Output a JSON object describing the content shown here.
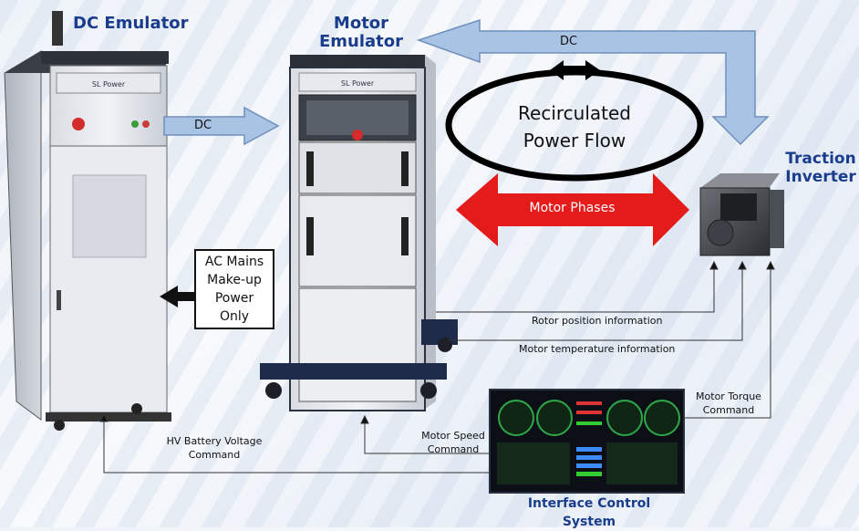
{
  "headings": {
    "dc_emulator": "DC Emulator",
    "motor_emulator_line1": "Motor",
    "motor_emulator_line2": "Emulator",
    "traction_line1": "Traction",
    "traction_line2": "Inverter",
    "interface": "Interface Control System"
  },
  "arrows": {
    "dc_top": "DC",
    "dc_left": "DC",
    "motor_phases": "Motor Phases"
  },
  "recirculated": {
    "line1": "Recirculated",
    "line2": "Power Flow"
  },
  "ac_mains": [
    "AC Mains",
    "Make-up",
    "Power",
    "Only"
  ],
  "signals": {
    "rotor_position": "Rotor position information",
    "motor_temperature": "Motor temperature  information",
    "hv_line1": "HV Battery Voltage",
    "hv_line2": "Command",
    "speed_line1": "Motor Speed",
    "speed_line2": "Command",
    "torque_line1": "Motor Torque",
    "torque_line2": "Command"
  },
  "cabinet_brand": "SL Power",
  "colors": {
    "heading": "#1a3c8c",
    "blue_arrow_fill": "#a9c3e4",
    "blue_arrow_stroke": "#6f8fbd",
    "red_arrow": "#e31b1b",
    "screen_green": "#2ea84a"
  }
}
